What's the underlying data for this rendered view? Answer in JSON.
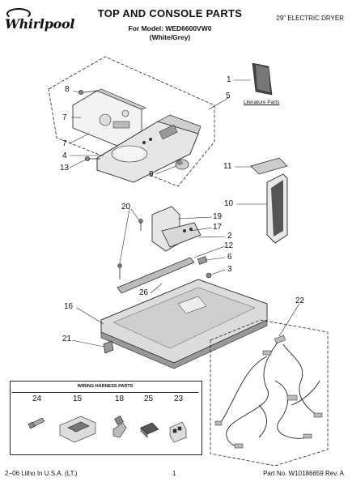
{
  "header": {
    "brand": "Whirlpool",
    "title": "TOP AND CONSOLE PARTS",
    "model_line": "For Model: WED6600VW0",
    "variant": "(White/Grey)",
    "product": "29\" ELECTRIC DRYER"
  },
  "literature_label": "Literature Parts",
  "callouts": {
    "c1": "1",
    "c2": "2",
    "c3": "3",
    "c4": "4",
    "c5": "5",
    "c6": "6",
    "c7": "7",
    "c8": "8",
    "c9": "9",
    "c10": "10",
    "c11": "11",
    "c12": "12",
    "c13": "13",
    "c16": "16",
    "c17": "17",
    "c19": "19",
    "c20": "20",
    "c21": "21",
    "c22": "22",
    "c26": "26"
  },
  "harness": {
    "title": "WIRING HARNESS PARTS",
    "items": [
      "24",
      "15",
      "18",
      "25",
      "23"
    ]
  },
  "footer": {
    "left": "2−06 Litho In U.S.A. (LT.)",
    "page": "1",
    "part_number": "Part No. W10186659 Rev. A"
  }
}
